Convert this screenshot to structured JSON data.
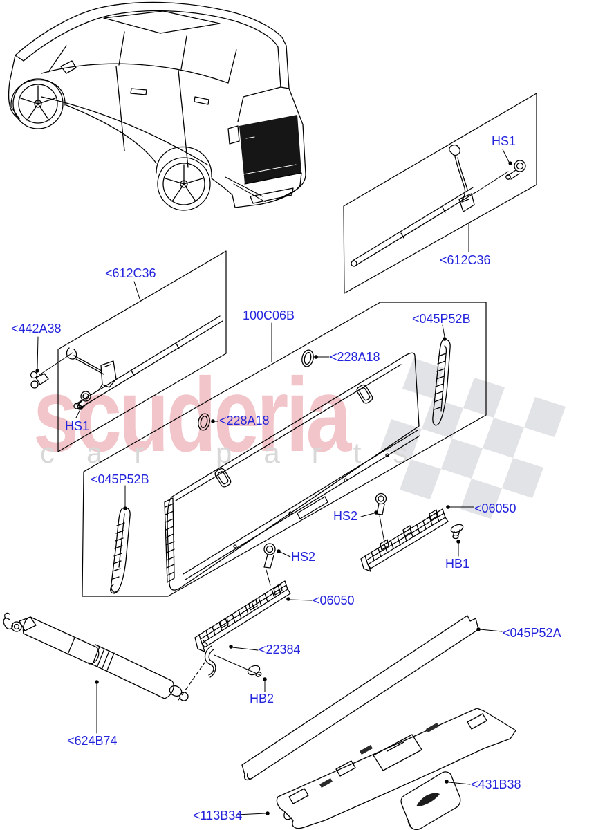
{
  "labels": {
    "hs1_a": "HS1",
    "c612_a": "<612C36",
    "c612_b": "<612C36",
    "c442": "<442A38",
    "hs1_b": "HS1",
    "assembly": "100C06B",
    "c228_top": "<228A18",
    "c228_left": "<228A18",
    "c045b_right": "<045P52B",
    "c045b_left": "<045P52B",
    "hs2_right": "HS2",
    "c06050_right": "<06050",
    "hb1": "HB1",
    "hs2_left": "HS2",
    "c06050_left": "<06050",
    "c22384": "<22384",
    "hb2": "HB2",
    "c624": "<624B74",
    "c045a": "<045P52A",
    "c113": "<113B34",
    "c431": "<431B38"
  },
  "watermark": {
    "brand": "scuderia",
    "subtitle": "car parts"
  },
  "colors": {
    "label_blue": "#2424dd",
    "watermark_red": "#cf2b3d",
    "watermark_gray": "#d8d8d8",
    "checker_gray": "#e2e3e6",
    "line_black": "#000000"
  }
}
